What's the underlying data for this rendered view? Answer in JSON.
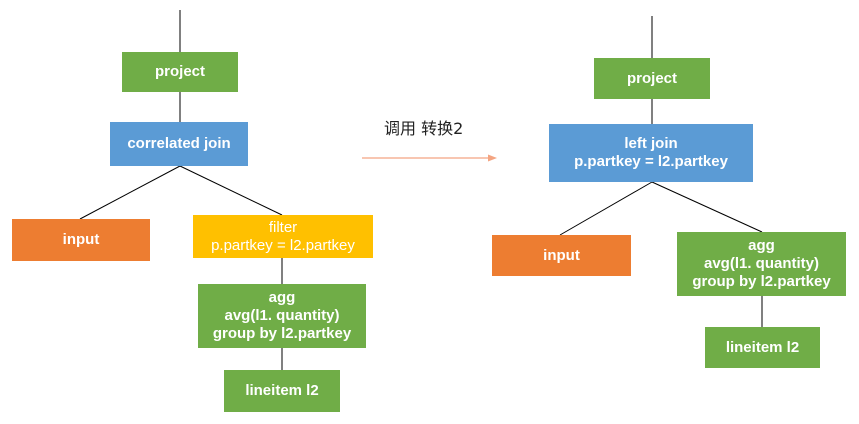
{
  "left_tree": {
    "project": "project",
    "correlated_join": "correlated join",
    "input": "input",
    "filter": [
      "filter",
      "p.partkey = l2.partkey"
    ],
    "agg": [
      "agg",
      "avg(l1. quantity)",
      "group by l2.partkey"
    ],
    "lineitem": "lineitem l2"
  },
  "arrow": {
    "label": "调用 转换2"
  },
  "right_tree": {
    "project": "project",
    "left_join": [
      "left join",
      "p.partkey = l2.partkey"
    ],
    "input": "input",
    "agg": [
      "agg",
      "avg(l1. quantity)",
      "group by l2.partkey"
    ],
    "lineitem": "lineitem l2"
  },
  "colors": {
    "green": "#70ad47",
    "blue": "#5b9bd5",
    "orange": "#ed7d31",
    "yellow": "#ffc000",
    "line": "#000000",
    "arrow": "#f4a582"
  }
}
